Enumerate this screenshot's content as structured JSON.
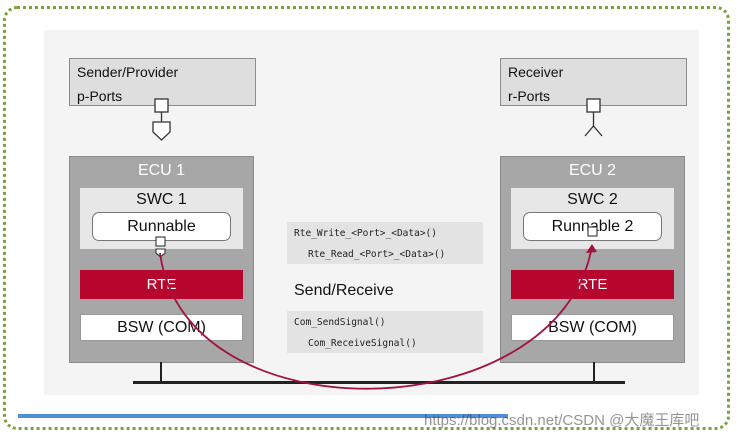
{
  "sender": {
    "line1": "Sender/Provider",
    "line2": "p-Ports"
  },
  "receiver": {
    "line1": "Receiver",
    "line2": "r-Ports"
  },
  "ecu1": {
    "title": "ECU 1",
    "swc": "SWC 1",
    "runnable": "Runnable",
    "rte": "RTE",
    "bsw": "BSW (COM)"
  },
  "ecu2": {
    "title": "ECU 2",
    "swc": "SWC 2",
    "runnable": "Runnable 2",
    "rte": "RTE",
    "bsw": "BSW (COM)"
  },
  "rte_api": {
    "write": "Rte_Write_<Port>_<Data>()",
    "read": "Rte_Read_<Port>_<Data>()"
  },
  "center_label": "Send/Receive",
  "com_api": {
    "send": "Com_SendSignal()",
    "receive": "Com_ReceiveSignal()"
  },
  "watermark": "https://blog.csdn.net/CSDN @大魔王库吧",
  "colors": {
    "rte": "#b8072e",
    "arrow": "#a3123a",
    "frame": "#7aa23a",
    "ecu": "#a7a7a7"
  }
}
